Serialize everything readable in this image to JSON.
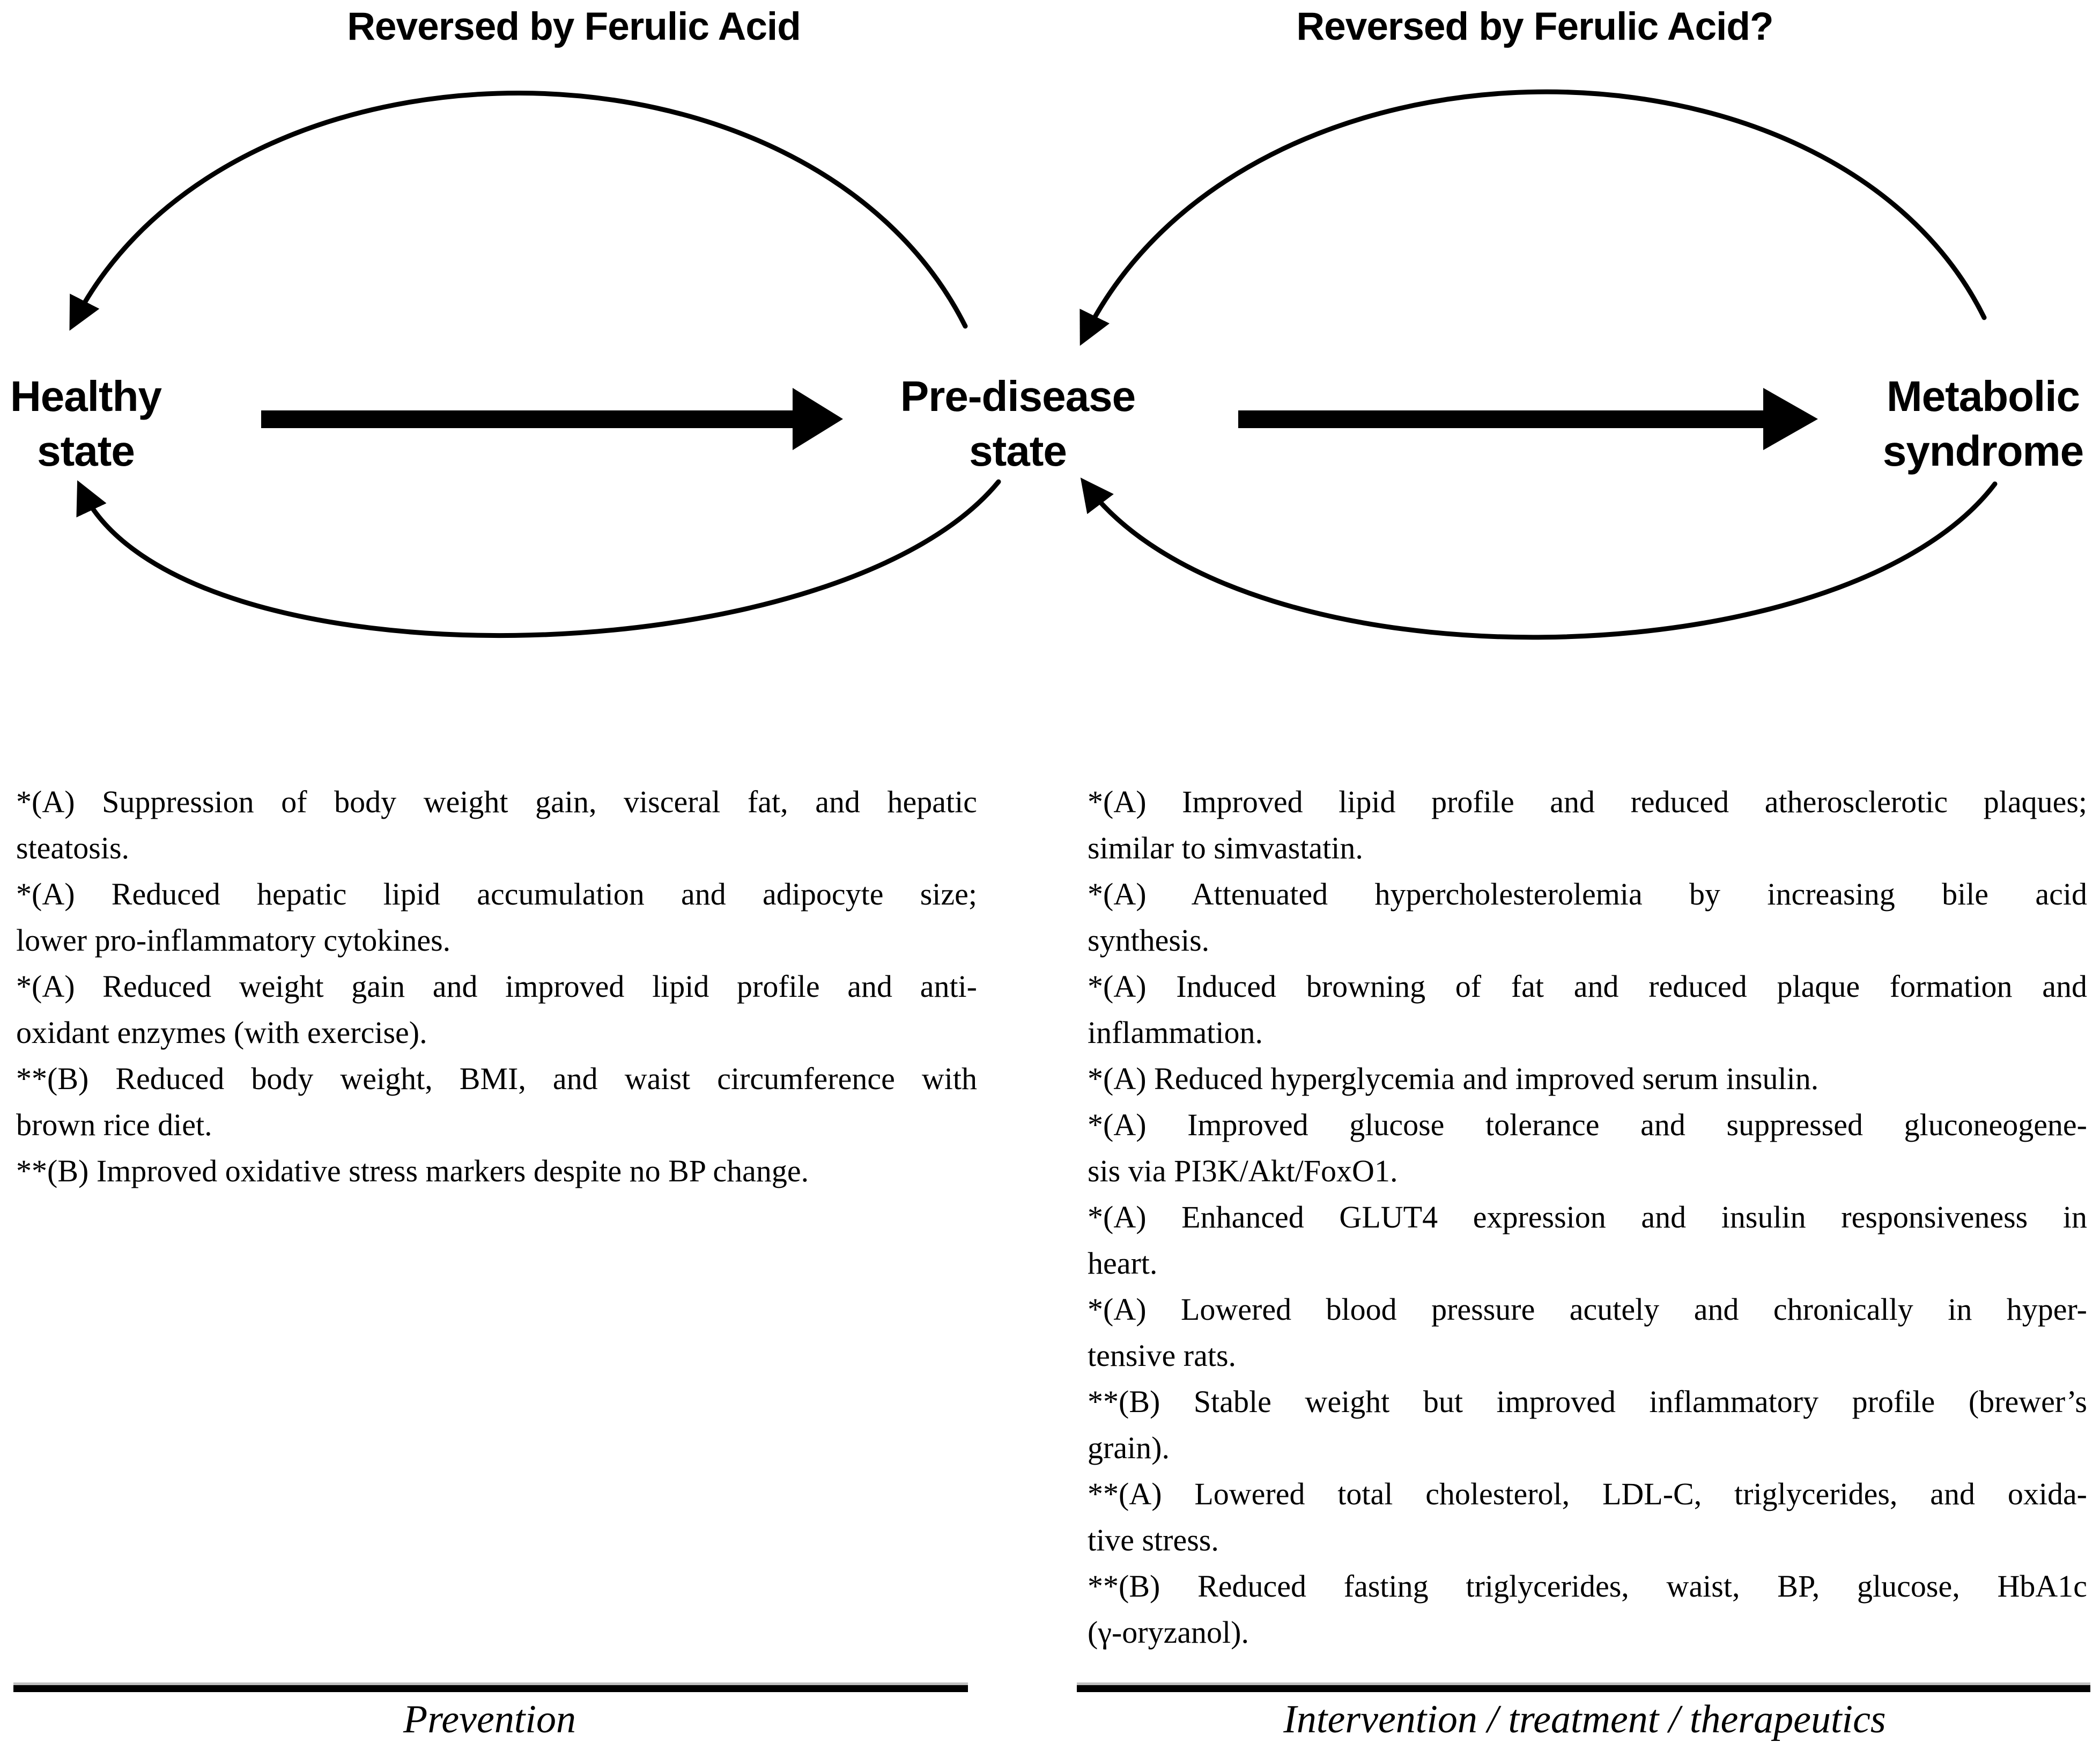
{
  "diagram": {
    "left_loop_title": "Reversed by Ferulic Acid",
    "right_loop_title": "Reversed by Ferulic Acid?",
    "states": {
      "healthy": {
        "line1": "Healthy",
        "line2": "state"
      },
      "predisease": {
        "line1": "Pre-disease",
        "line2": "state"
      },
      "metabolic": {
        "line1": "Metabolic",
        "line2": "syndrome"
      }
    }
  },
  "left_panel": {
    "items": [
      {
        "lines": [
          "*(A) Suppression of body weight gain, visceral fat, and hepatic",
          "steatosis."
        ]
      },
      {
        "lines": [
          "*(A) Reduced hepatic lipid accumulation and adipocyte size;",
          "lower pro-inflammatory cytokines."
        ]
      },
      {
        "lines": [
          "*(A) Reduced weight gain and improved lipid profile and anti-",
          "oxidant enzymes (with exercise)."
        ]
      },
      {
        "lines": [
          "**(B) Reduced body weight, BMI, and waist circumference with",
          "brown rice diet."
        ]
      },
      {
        "lines": [
          "**(B) Improved oxidative stress markers despite no BP change."
        ]
      }
    ],
    "footer_label": "Prevention"
  },
  "right_panel": {
    "items": [
      {
        "lines": [
          "*(A) Improved lipid profile and reduced atherosclerotic plaques;",
          "similar to simvastatin."
        ]
      },
      {
        "lines": [
          "*(A) Attenuated hypercholesterolemia by increasing bile acid",
          "synthesis."
        ]
      },
      {
        "lines": [
          "*(A) Induced browning of fat and reduced plaque formation and",
          "inflammation."
        ]
      },
      {
        "lines": [
          "*(A) Reduced hyperglycemia and improved serum insulin."
        ]
      },
      {
        "lines": [
          "*(A) Improved glucose tolerance and suppressed gluconeogene-",
          "sis via PI3K/Akt/FoxO1."
        ]
      },
      {
        "lines": [
          "*(A) Enhanced GLUT4 expression and insulin responsiveness in",
          "heart."
        ]
      },
      {
        "lines": [
          "*(A) Lowered blood pressure acutely and chronically in hyper-",
          "tensive rats."
        ]
      },
      {
        "lines": [
          "**(B) Stable weight but improved inflammatory profile (brewer’s",
          "grain)."
        ]
      },
      {
        "lines": [
          "**(A) Lowered total cholesterol, LDL-C, triglycerides, and oxida-",
          "tive stress."
        ]
      },
      {
        "lines": [
          "**(B) Reduced fasting triglycerides, waist, BP, glucose, HbA1c",
          "(γ-oryzanol)."
        ]
      }
    ],
    "footer_label": "Intervention / treatment / therapeutics"
  },
  "colors": {
    "ink": "#000000",
    "background": "#ffffff"
  }
}
